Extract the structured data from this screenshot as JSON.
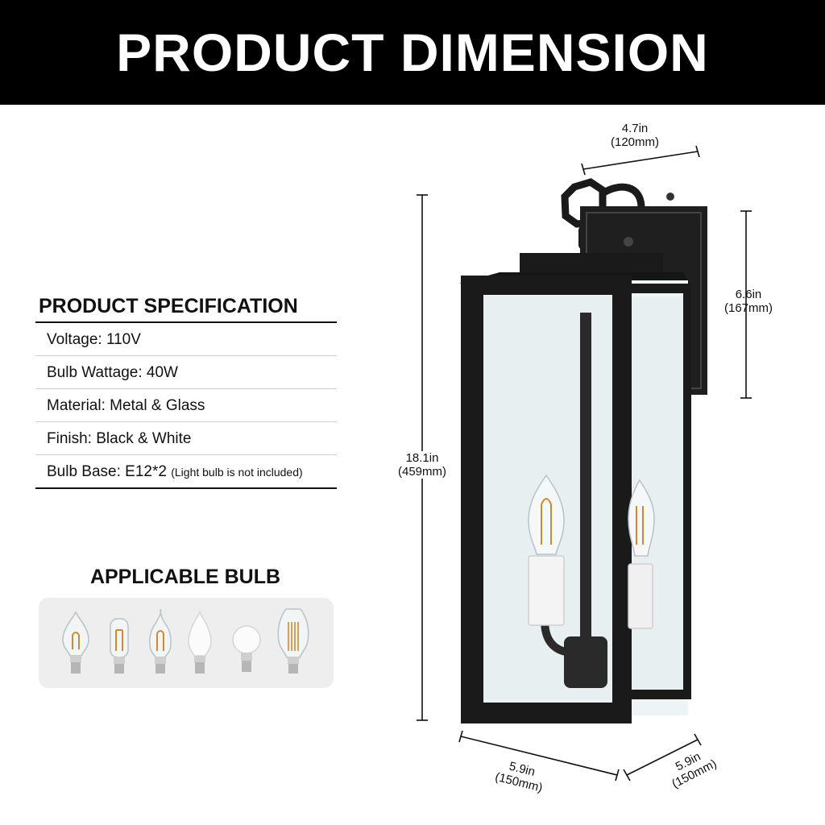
{
  "banner": {
    "title": "PRODUCT DIMENSION"
  },
  "specification": {
    "title": "PRODUCT SPECIFICATION",
    "rows": [
      {
        "text": "Voltage: 110V"
      },
      {
        "text": "Bulb Wattage: 40W"
      },
      {
        "text": "Material: Metal & Glass"
      },
      {
        "text": "Finish: Black & White"
      },
      {
        "text": "Bulb Base: E12*2",
        "note": "(Light bulb is not included)"
      }
    ]
  },
  "applicable_bulb": {
    "title": "APPLICABLE BULB",
    "bulbs": [
      "candle-bulb-icon",
      "tubular-bulb-icon",
      "flame-tip-bulb-icon",
      "frosted-candle-bulb-icon",
      "globe-bulb-icon",
      "edison-bulb-icon"
    ]
  },
  "dimensions": {
    "top_width": {
      "in": "4.7in",
      "mm": "(120mm)"
    },
    "backplate_height": {
      "in": "6.6in",
      "mm": "(167mm)"
    },
    "total_height": {
      "in": "18.1in",
      "mm": "(459mm)"
    },
    "front_width": {
      "in": "5.9in",
      "mm": "(150mm)"
    },
    "side_depth": {
      "in": "5.9in",
      "mm": "(150mm)"
    }
  },
  "product": {
    "finish_color": "#1a1a1a",
    "glass_color": "#eef3f5",
    "candle_color": "#f4f4f4"
  }
}
